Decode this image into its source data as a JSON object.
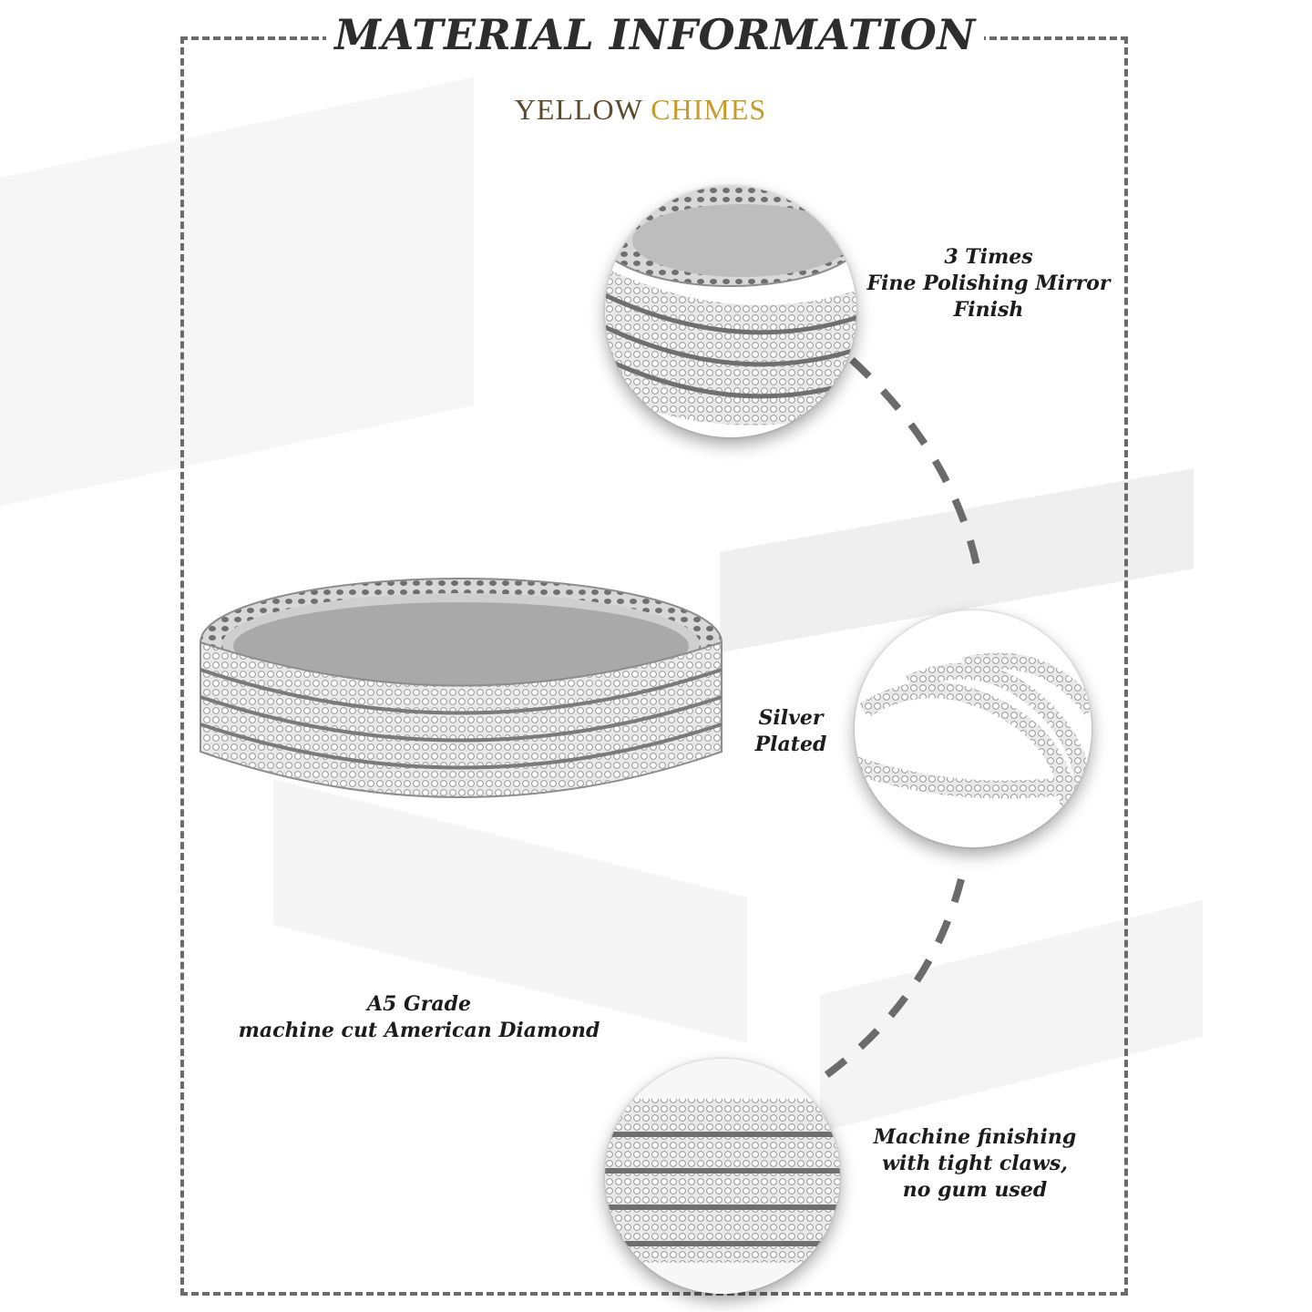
{
  "header": {
    "title": "MATERIAL INFORMATION",
    "brand_part1": "YELLOW ",
    "brand_part2": "CHIMES"
  },
  "features": {
    "polish": {
      "line1": "3 Times",
      "line2": "Fine Polishing Mirror",
      "line3": "Finish"
    },
    "plating": {
      "line1": "Silver",
      "line2": "Plated"
    },
    "diamond": {
      "line1": "A5 Grade",
      "line2": "machine cut American Diamond"
    },
    "setting": {
      "line1": "Machine finishing",
      "line2": "with tight claws,",
      "line3": "no gum used"
    }
  },
  "colors": {
    "frame": "#6b6b6b",
    "title": "#2d2d2d",
    "brand_dark": "#5b4a2c",
    "brand_gold": "#c79b2a",
    "metal": "#9a9a9a"
  }
}
